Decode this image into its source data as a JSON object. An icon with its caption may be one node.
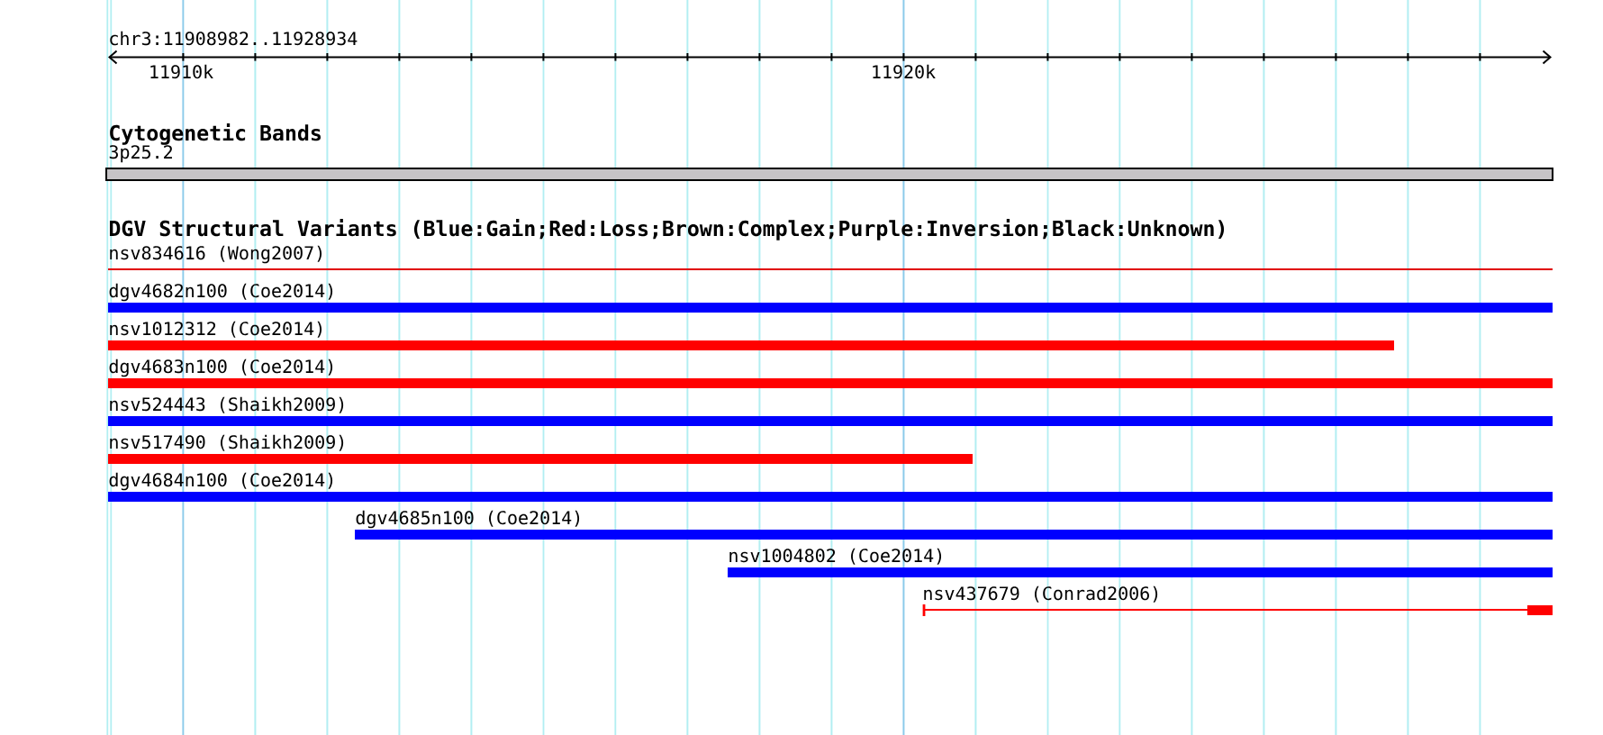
{
  "diagram": {
    "nodes": [
      {
        "text": [
          "3p25.2"
        ]
      },
      {
        "text": [
          "nsv834616 (Wong2007)"
        ]
      },
      {
        "text": [
          "dgv4682n100 (Coe2014)"
        ]
      },
      {
        "text": [
          "nsv1012312 (Coe2014)"
        ]
      },
      {
        "text": [
          "dgv4683n100 (Coe2014)"
        ]
      },
      {
        "text": [
          "nsv524443 (Shaikh2009)"
        ]
      },
      {
        "text": [
          "nsv517490 (Shaikh2009)"
        ]
      },
      {
        "text": [
          "dgv4684n100 (Coe2014)"
        ]
      },
      {
        "text": [
          "dgv4685n100 (Coe2014)"
        ]
      },
      {
        "text": [
          "nsv1004802 (Coe2014)"
        ]
      },
      {
        "text": [
          "nsv437679 (Conrad2006)"
        ]
      }
    ],
    "labels": [
      "chr3:11908982..11928934",
      "11910k",
      "11920k",
      "Cytogenetic Bands",
      "DGV Structural Variants (Blue:Gain;Red:Loss;Brown:Complex;Purple:Inversion;Black:Unknown)"
    ]
  }
}
